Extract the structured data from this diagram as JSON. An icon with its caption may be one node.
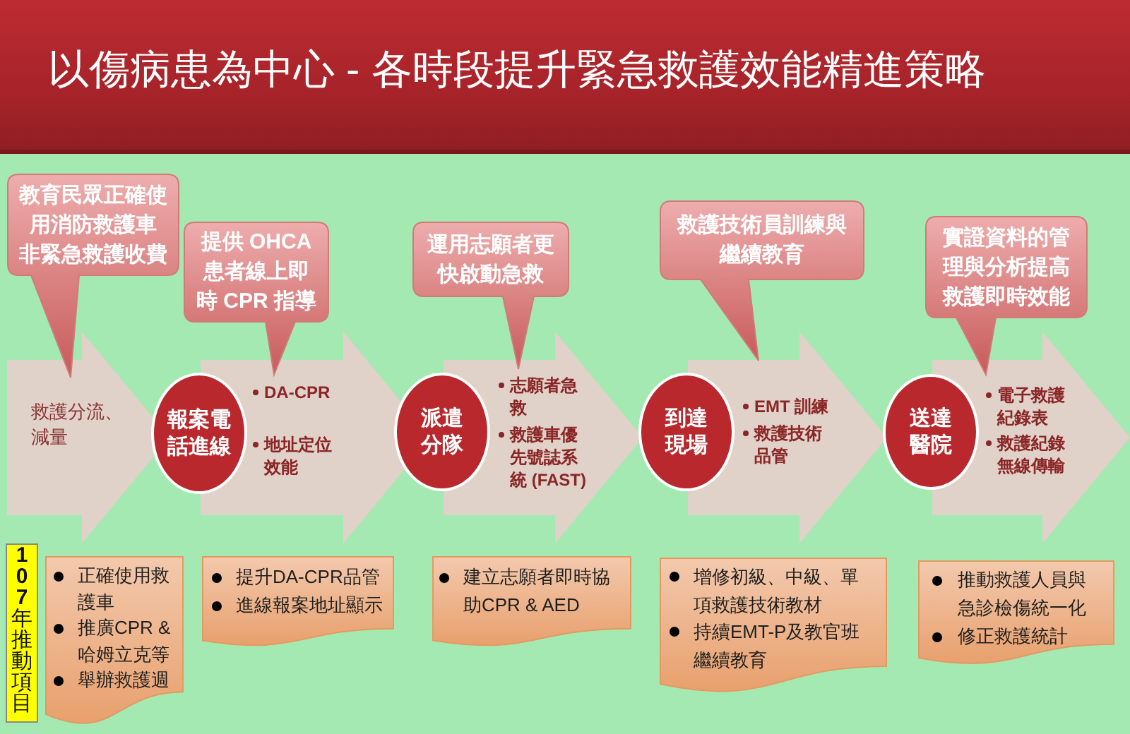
{
  "diagram": {
    "title": "以傷病患為中心 - 各時段提升緊急救護效能精進策略",
    "nodes": [
      {
        "text": [
          "教育民眾正確使用消防救護車",
          "非緊急救護收費"
        ]
      },
      {
        "text": [
          "提供 OHCA 患者線上即時 CPR 指導"
        ]
      },
      {
        "text": [
          "運用志願者更快啟動急救"
        ]
      },
      {
        "text": [
          "救護技術員訓練與繼續教育"
        ]
      },
      {
        "text": [
          "實證資料的管理與分析提高救護即時效能"
        ]
      },
      {
        "text": [
          "救護分流、減量"
        ]
      },
      {
        "text": [
          "報案電話進線"
        ]
      },
      {
        "text": [
          "DA-CPR",
          "地址定位效能"
        ]
      },
      {
        "text": [
          "派遣分隊"
        ]
      },
      {
        "text": [
          "志願者急救",
          "救護車優先號誌系統 (FAST)"
        ]
      },
      {
        "text": [
          "到達現場"
        ]
      },
      {
        "text": [
          "EMT 訓練",
          "救護技術品管"
        ]
      },
      {
        "text": [
          "送達醫院"
        ]
      },
      {
        "text": [
          "電子救護紀錄表",
          "救護紀錄無線傳輸"
        ]
      },
      {
        "text": [
          "**107**年推動項目"
        ]
      },
      {
        "text": [
          "正確使用救護車",
          "推廣CPR & 哈姆立克等",
          "舉辦救護週"
        ]
      },
      {
        "text": [
          "提升DA-CPR品管",
          "進線報案地址顯示"
        ]
      },
      {
        "text": [
          "建立志願者即時協助CPR & AED"
        ]
      },
      {
        "text": [
          "增修初級、中級、單項救護技術教材",
          "持續EMT-P及教官班繼續教育"
        ]
      },
      {
        "text": [
          "推動救護人員與急診檢傷統一化",
          "修正救護統計"
        ]
      }
    ],
    "edges": [
      {
        "from": null,
        "to": 6,
        "arrow": "to"
      },
      {
        "from": 6,
        "to": 8,
        "arrow": "to"
      },
      {
        "from": 8,
        "to": 10,
        "arrow": "to"
      },
      {
        "from": 10,
        "to": 12,
        "arrow": "to"
      },
      {
        "from": 12,
        "to": null,
        "arrow": "to"
      }
    ]
  }
}
